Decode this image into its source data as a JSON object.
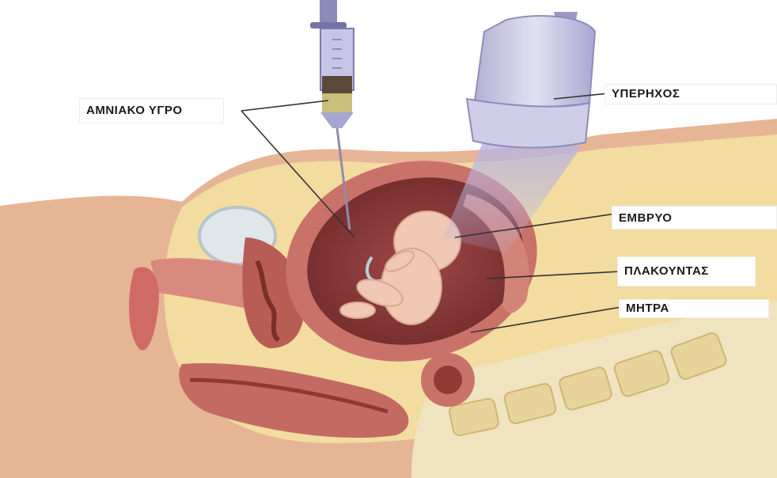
{
  "labels": {
    "amniotic_fluid": "ΑΜΝΙΑΚΟ ΥΓΡΟ",
    "ultrasound": "ΥΠΕΡΗΧΟΣ",
    "embryo": "ΕΜΒΡΥΟ",
    "placenta": "ΠΛΑΚΟΥΝΤΑΣ",
    "uterus": "ΜΗΤΡΑ"
  },
  "colors": {
    "skin": "#e6b596",
    "fat": "#f2dca0",
    "uterus_wall": "#c9726a",
    "amniotic_sac": "#8a3838",
    "fetus": "#f0c8b4",
    "probe": "#c8c6e2",
    "syringe_fluid": "#c9bf7a",
    "leader_line": "#333333"
  }
}
